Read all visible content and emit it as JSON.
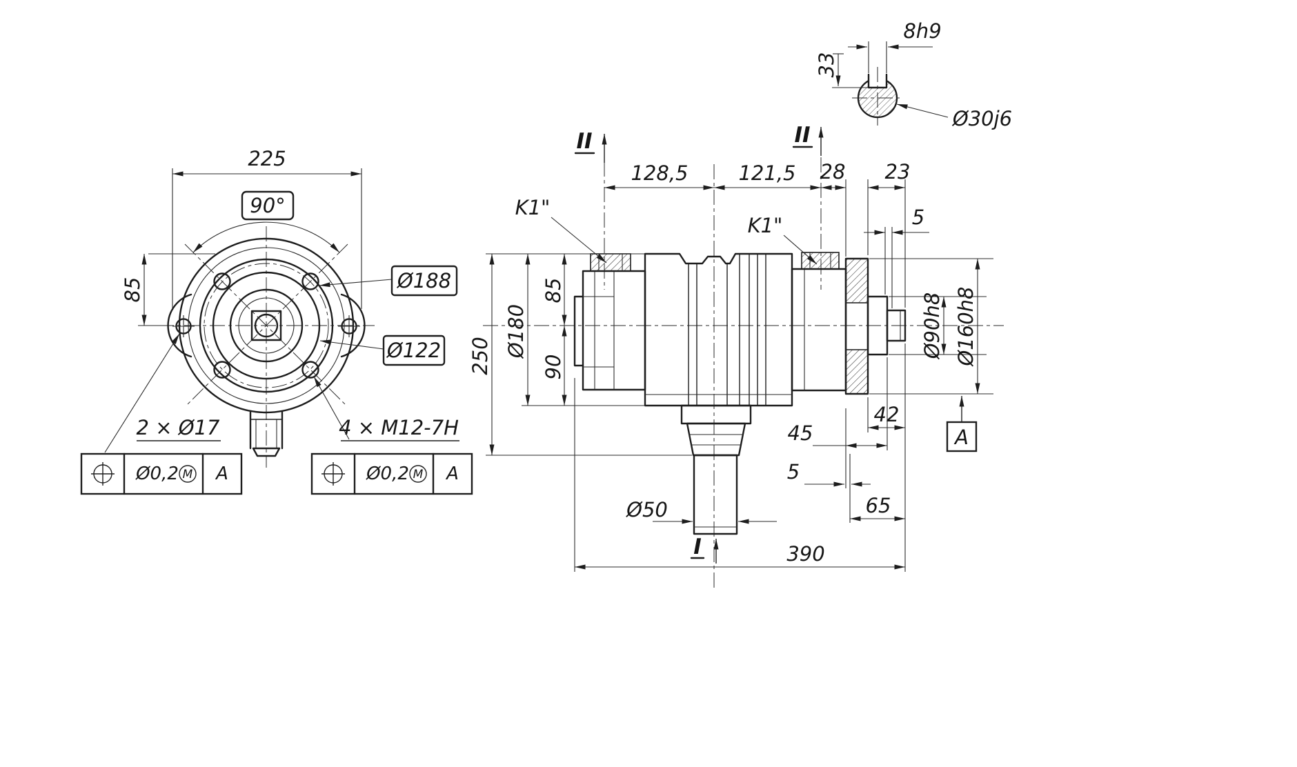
{
  "colors": {
    "ink": "#1d1d1d",
    "paper": "#ffffff"
  },
  "front_view": {
    "dim_width": "225",
    "dim_angle": "90°",
    "dim_offset": "85",
    "label_outer": "Ø188",
    "label_inner": "Ø122",
    "callout_holes": "2 × Ø17",
    "callout_threads": "4 × M12-7H",
    "fcf_holes": {
      "tolerance": "Ø0,2",
      "modifier": "M",
      "datum": "A"
    },
    "fcf_threads": {
      "tolerance": "Ø0,2",
      "modifier": "M",
      "datum": "A"
    }
  },
  "side_view": {
    "section_left": "II",
    "section_right": "II",
    "section_bottom": "I",
    "dim_128_5": "128,5",
    "dim_121_5": "121,5",
    "dim_28": "28",
    "dim_23": "23",
    "dim_5_top": "5",
    "thread_left": "K1\"",
    "thread_right": "K1\"",
    "dim_250": "250",
    "dim_d180": "Ø180",
    "dim_85": "85",
    "dim_90": "90",
    "dim_d90h8": "Ø90h8",
    "dim_d160h8": "Ø160h8",
    "dim_42": "42",
    "dim_45": "45",
    "dim_5_bottom": "5",
    "dim_65": "65",
    "dim_d50": "Ø50",
    "dim_390": "390",
    "datum": "A"
  },
  "detail_view": {
    "keyway_width": "8h9",
    "keyway_depth": "33",
    "shaft_dia": "Ø30j6"
  }
}
